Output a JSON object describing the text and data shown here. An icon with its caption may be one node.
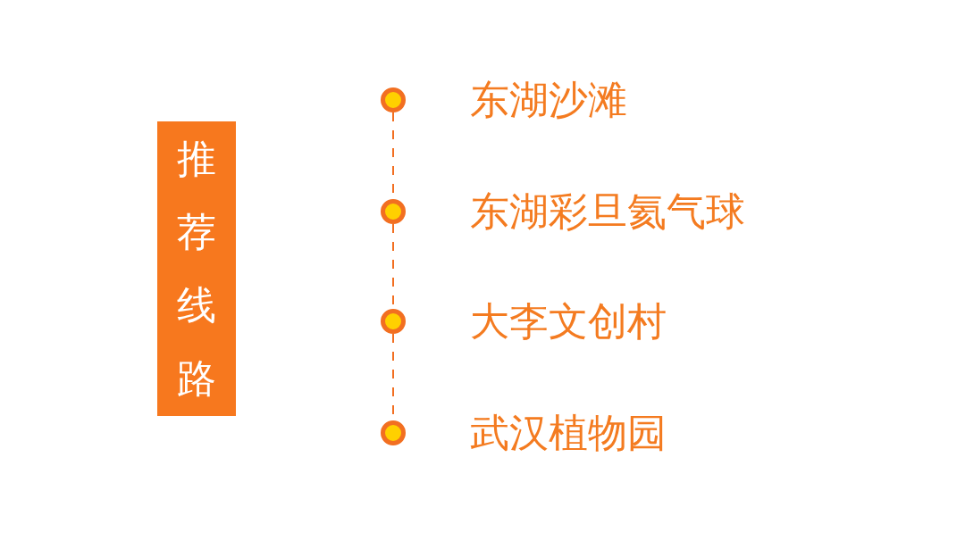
{
  "diagram": {
    "nodes": [
      {
        "text": [
          "推荐线路"
        ]
      },
      {
        "text": [],
        "shape": "circle",
        "beside": [
          "东湖沙滩"
        ]
      },
      {
        "text": [],
        "shape": "circle",
        "beside": [
          "东湖彩旦氦气球"
        ]
      },
      {
        "text": [],
        "shape": "circle",
        "beside": [
          "大李文创村"
        ]
      },
      {
        "text": [],
        "shape": "circle",
        "beside": [
          "武汉植物园"
        ]
      }
    ],
    "edges": [
      {
        "from": 1,
        "to": 2,
        "arrow": "none",
        "style": "dashed"
      },
      {
        "from": 2,
        "to": 3,
        "arrow": "none",
        "style": "dashed"
      },
      {
        "from": 3,
        "to": 4,
        "arrow": "none",
        "style": "dashed"
      }
    ]
  }
}
